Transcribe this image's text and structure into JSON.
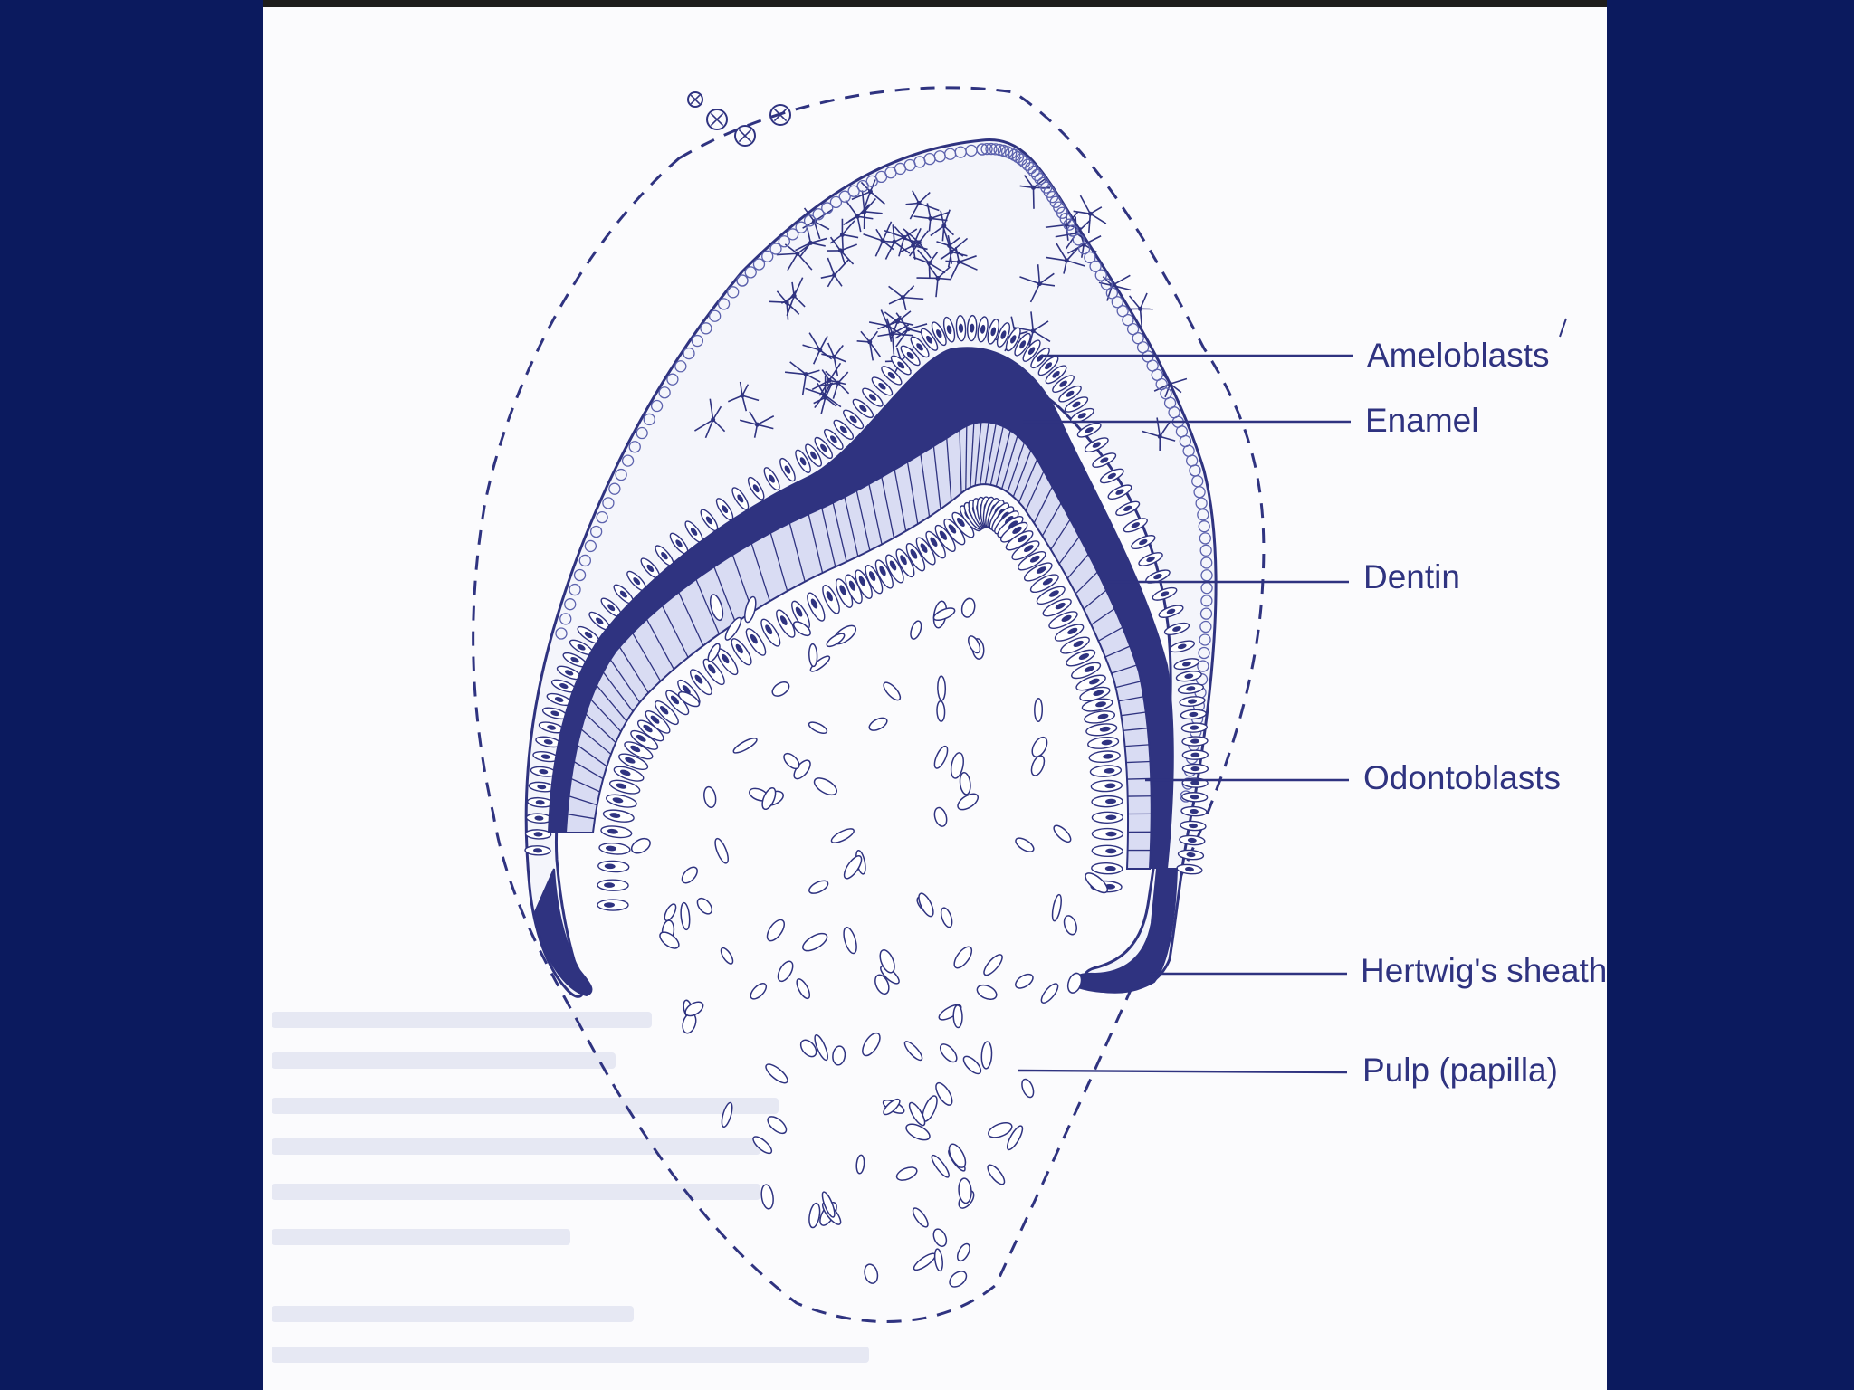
{
  "colors": {
    "slide_background": "#0b1a5e",
    "figure_background": "#fbfbfd",
    "ink": "#2f3380",
    "ink_light": "#5c62ad",
    "dentin_fill": "#d9dcf3",
    "bleed_text": "#e6e8f3"
  },
  "labels": [
    {
      "id": "ameloblasts",
      "text": "Ameloblasts"
    },
    {
      "id": "enamel",
      "text": "Enamel"
    },
    {
      "id": "dentin",
      "text": "Dentin"
    },
    {
      "id": "odontoblasts",
      "text": "Odontoblasts"
    },
    {
      "id": "hertwigs-sheath",
      "text": "Hertwig's sheath"
    },
    {
      "id": "pulp-papilla",
      "text": "Pulp (papilla)"
    }
  ]
}
